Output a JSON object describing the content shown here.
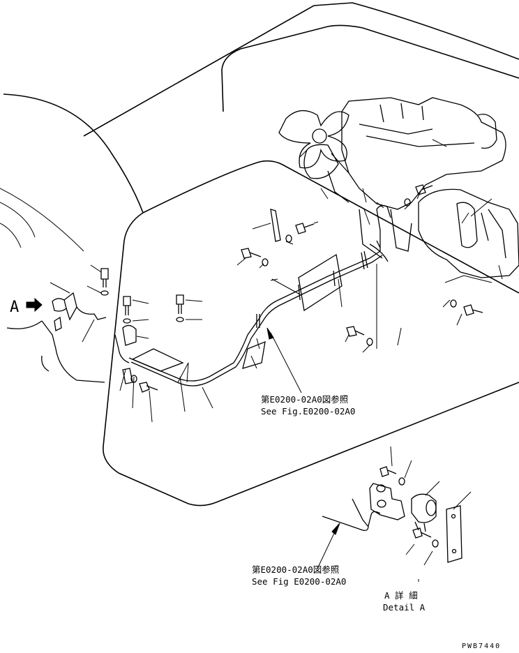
{
  "view_label": "A",
  "reference_top": {
    "jp": "第E0200-02A0図参照",
    "en": "See Fig.E0200-02A0"
  },
  "reference_bottom": {
    "jp": "第E0200-02A0図参照",
    "en": "See Fig E0200-02A0"
  },
  "detail_label": {
    "jp": "A 詳 細",
    "en": "Detail A"
  },
  "drawing_code": "PWB7440"
}
